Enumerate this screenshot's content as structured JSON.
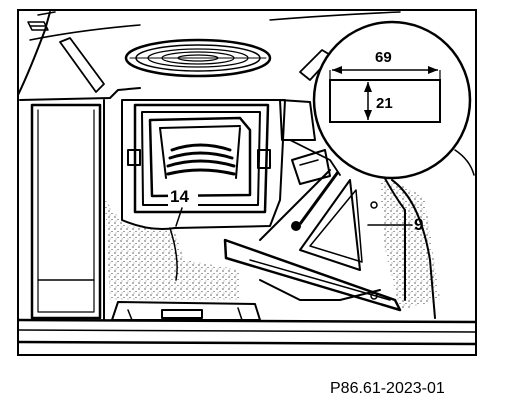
{
  "diagram": {
    "callouts": {
      "part_14": "14",
      "part_9": "9"
    },
    "detail_view": {
      "width_dim": "69",
      "height_dim": "21"
    }
  },
  "figure_code": "P86.61-2023-01",
  "colors": {
    "line": "#000000",
    "background": "#ffffff"
  }
}
